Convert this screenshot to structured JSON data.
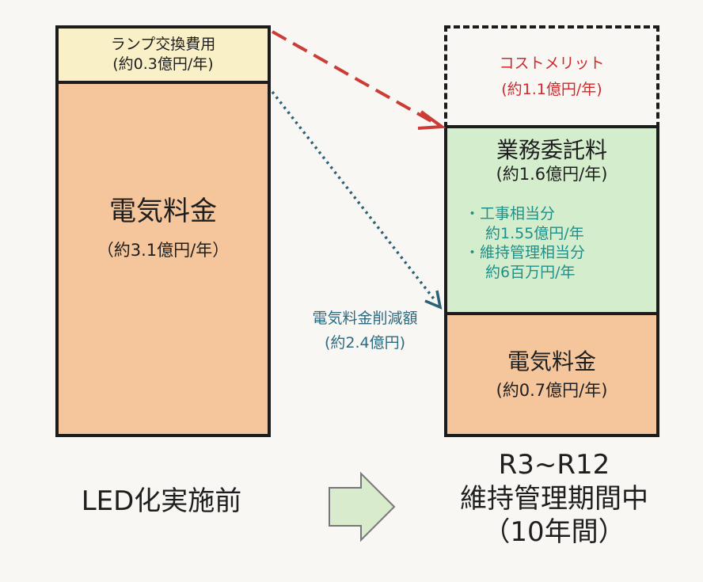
{
  "colors": {
    "lamp_fill": "#faf0c7",
    "electric_fill": "#f5c69c",
    "outsourcing_fill": "#d4eecd",
    "merit_text": "#cf2a2e",
    "red_arrow": "#cc3c36",
    "blue_arrow": "#2a6278",
    "blue_text": "#2c6a80",
    "teal_text": "#1f8f8a",
    "border": "#1c1c1c",
    "arrow_fill": "#d8ebcc"
  },
  "before": {
    "lamp": {
      "title": "ランプ交換費用",
      "amount": "(約0.3億円/年)"
    },
    "electric": {
      "title": "電気料金",
      "amount": "（約3.1億円/年）"
    },
    "label": "LED化実施前"
  },
  "after": {
    "merit": {
      "title": "コストメリット",
      "amount": "(約1.1億円/年)"
    },
    "outsourcing": {
      "title": "業務委託料",
      "amount": "(約1.6億円/年)",
      "items": [
        {
          "name": "・工事相当分",
          "value": "約1.55億円/年"
        },
        {
          "name": "・維持管理相当分",
          "value": "約6百万円/年"
        }
      ]
    },
    "electric": {
      "title": "電気料金",
      "amount": "(約0.7億円/年)"
    },
    "period": "R3~R12",
    "label": "維持管理期間中",
    "years": "（10年間）"
  },
  "reduction": {
    "title": "電気料金削減額",
    "amount": "(約2.4億円)"
  },
  "icons": {
    "transition_arrow": "right-arrow-icon",
    "lamp_to_merit": "dashed-arrow-icon",
    "electric_reduction": "dotted-arrow-icon"
  }
}
